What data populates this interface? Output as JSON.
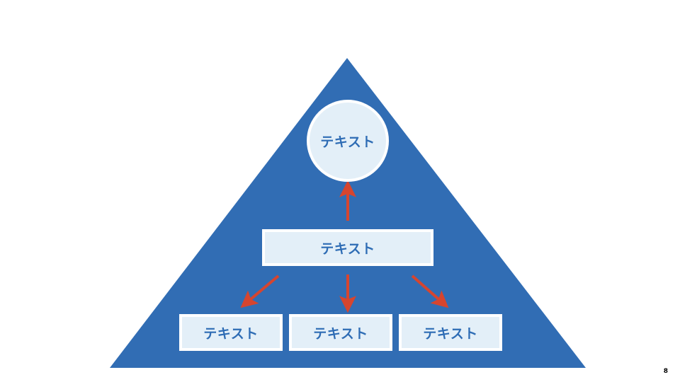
{
  "diagram": {
    "top_label": "テキスト",
    "middle_label": "テキスト",
    "bottom_labels": [
      "テキスト",
      "テキスト",
      "テキスト"
    ]
  },
  "page_number": "8",
  "colors": {
    "pyramid": "#316db4",
    "box_fill": "#e3eff8",
    "text": "#2f6db5",
    "arrow": "#d6452f"
  },
  "arrows": [
    {
      "from": "middle",
      "to": "top"
    },
    {
      "from": "middle",
      "to": "bottom-1"
    },
    {
      "from": "middle",
      "to": "bottom-2"
    },
    {
      "from": "middle",
      "to": "bottom-3"
    }
  ]
}
